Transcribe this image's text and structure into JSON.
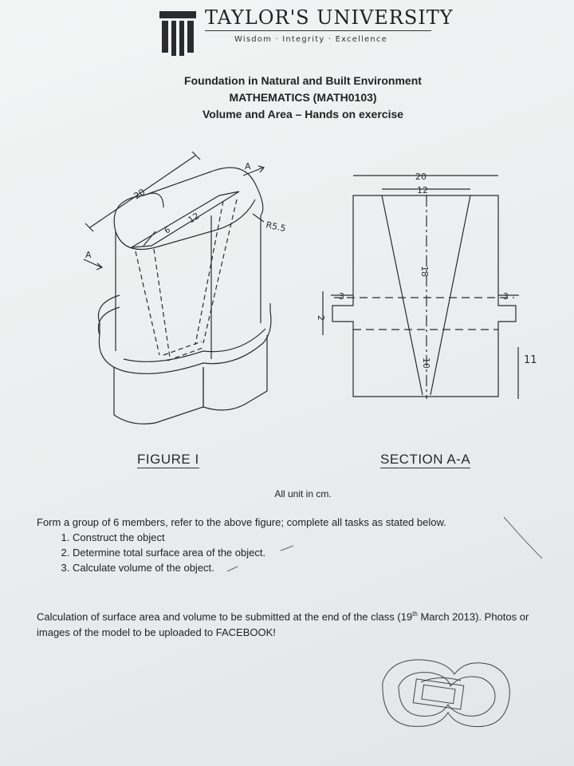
{
  "header": {
    "university": "TAYLOR'S UNIVERSITY",
    "motto": "Wisdom · Integrity · Excellence"
  },
  "title": {
    "line1": "Foundation in Natural and Built Environment",
    "line2": "MATHEMATICS (MATH0103)",
    "line3": "Volume and Area – Hands on exercise"
  },
  "figure1": {
    "label": "FIGURE I",
    "dim_length": "20",
    "dim_inner_width": "12",
    "dim_inner_slot": "6",
    "dim_radius": "R5.5",
    "section_marker_top": "A",
    "section_marker_left": "A"
  },
  "section": {
    "label": "SECTION A-A",
    "dim_total_width": "20",
    "dim_top_width": "12",
    "dim_upper_height": "18",
    "dim_flange_thickness": "2",
    "dim_flange_left": "3",
    "dim_flange_right": "3",
    "dim_lower_slot": "10",
    "dim_lower_height": "11"
  },
  "units_note": "All unit in cm.",
  "instructions": {
    "intro": "Form a group of 6 members, refer to the above figure; complete all tasks as stated below.",
    "tasks": [
      "Construct the object",
      "Determine total surface area of the object.",
      "Calculate volume of the object."
    ]
  },
  "submission": {
    "before_sup": "Calculation of surface area and volume to be submitted at the end of the class (19",
    "sup": "th",
    "after_sup": " March 2013). Photos or images of the model to be uploaded to FACEBOOK!"
  }
}
